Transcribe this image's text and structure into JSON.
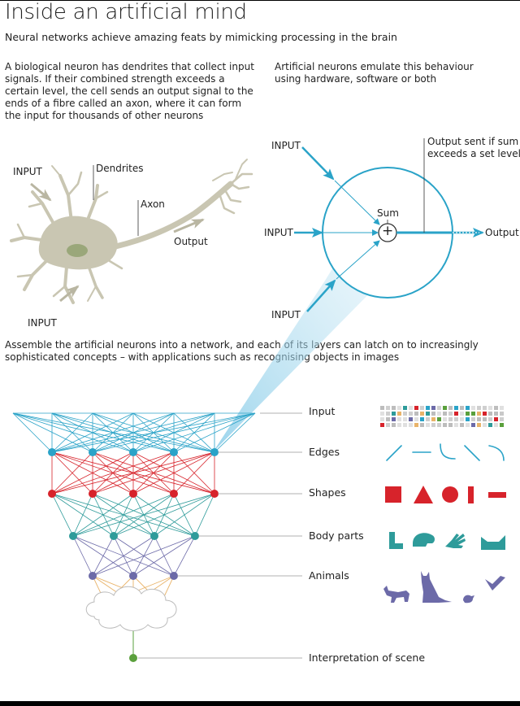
{
  "title": "Inside an artificial mind",
  "subtitle": "Neural networks achieve amazing feats by mimicking processing in the brain",
  "paragraphs": {
    "biological": "A biological neuron has dendrites that collect input signals. If their combined strength exceeds a certain level, the cell sends an output signal to the ends of a fibre called an axon, where it can form the input for thousands of other neurons",
    "artificial": "Artificial neurons emulate this behaviour using hardware, software or both",
    "network": "Assemble the artificial neurons into a network, and each of its layers can latch on to increasingly sophisticated concepts – with applications such as recognising objects in images"
  },
  "bio_neuron": {
    "input_top": "INPUT",
    "input_bottom": "INPUT",
    "dendrites": "Dendrites",
    "axon": "Axon",
    "output": "Output"
  },
  "artificial_neuron": {
    "input_top": "INPUT",
    "input_mid": "INPUT",
    "input_bottom": "INPUT",
    "sum": "Sum",
    "plus": "+",
    "output": "Output",
    "output_note_1": "Output sent if sum",
    "output_note_2": "exceeds a set level"
  },
  "layers": [
    {
      "label": "Input",
      "color": "#2aa3c8"
    },
    {
      "label": "Edges",
      "color": "#2aa3c8"
    },
    {
      "label": "Shapes",
      "color": "#d7232b"
    },
    {
      "label": "Body parts",
      "color": "#2e9b9a"
    },
    {
      "label": "Animals",
      "color": "#6c6aa8"
    },
    {
      "label": "Interpretation of scene",
      "color": "#5aa03c"
    }
  ],
  "colors": {
    "blue": "#2aa3c8",
    "red": "#d7232b",
    "teal": "#2e9b9a",
    "purple": "#6c6aa8",
    "orange": "#e9b46a",
    "green": "#5aa03c",
    "neuron": "#c9c6b2",
    "nucleus": "#9aa77a"
  },
  "icons": {
    "edges": [
      "diagonal-line-icon",
      "horizontal-line-icon",
      "curve-icon",
      "diagonal-line-icon",
      "arc-icon"
    ],
    "shapes": [
      "square-icon",
      "triangle-icon",
      "circle-icon",
      "vertical-bar-icon",
      "horizontal-bar-icon"
    ],
    "body_parts": [
      "leg-icon",
      "head-icon",
      "paw-icon",
      "ears-icon"
    ],
    "animals": [
      "cat-icon",
      "sitting-cat-icon",
      "mouse-icon",
      "bird-icon"
    ]
  }
}
